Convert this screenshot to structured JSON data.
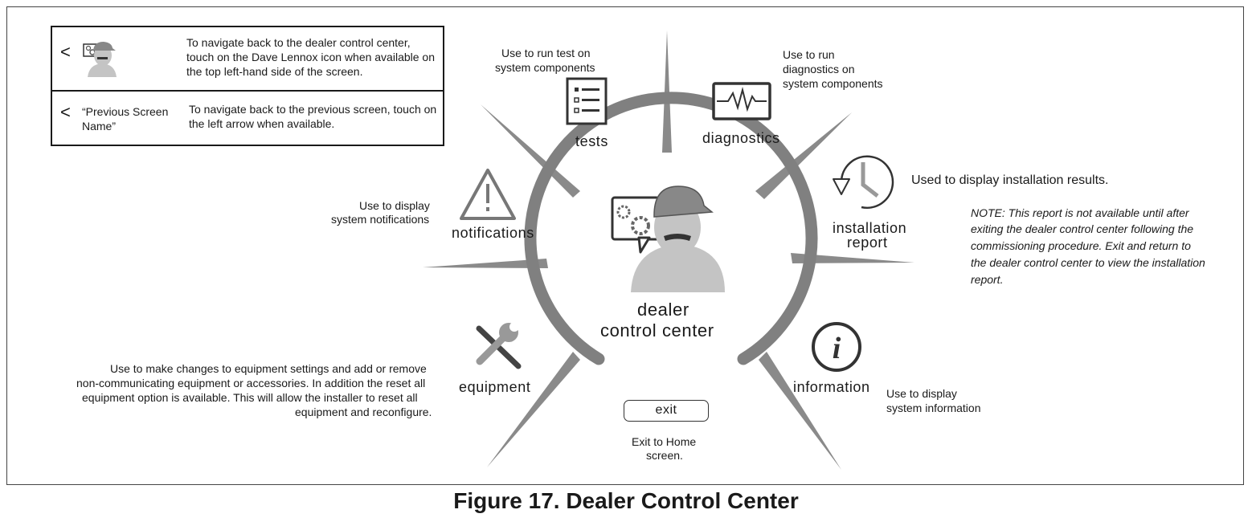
{
  "legend": {
    "row1": {
      "arrow": "<",
      "icon": "dave-lennox-icon",
      "text": "To navigate back to the dealer control center, touch on the Dave Lennox icon when available on the top left-hand side of the screen."
    },
    "row2": {
      "arrow": "<",
      "prev_line1": "“Previous Screen",
      "prev_line2": "Name”",
      "text": "To navigate back to the previous screen, touch on the left arrow when available."
    }
  },
  "center": {
    "line1": "dealer",
    "line2": "control center",
    "icon": "dave-lennox-icon"
  },
  "items": {
    "tests": {
      "label": "tests",
      "desc_line1": "Use to run test on",
      "desc_line2": "system components",
      "icon": "checklist-icon"
    },
    "diagnostics": {
      "label": "diagnostics",
      "desc_line1": "Use to run",
      "desc_line2": "diagnostics on",
      "desc_line3": "system components",
      "icon": "heartbeat-monitor-icon"
    },
    "installation_report": {
      "label_line1": "installation",
      "label_line2": "report",
      "desc": "Used to display installation results.",
      "note_line1": "NOTE: This report is not available until after",
      "note_line2": "exiting the dealer control center following the",
      "note_line3": "commissioning procedure.  Exit and return to",
      "note_line4": "the dealer control center to view the installation",
      "note_line5": "report.",
      "icon": "clock-history-icon"
    },
    "notifications": {
      "label": "notifications",
      "desc_line1": "Use to display",
      "desc_line2": "system notifications",
      "icon": "warning-triangle-icon"
    },
    "equipment": {
      "label": "equipment",
      "desc_line1": "Use to make changes to equipment settings and add or remove",
      "desc_line2": "non-communicating equipment or accessories. In addition the reset all",
      "desc_line3": "equipment option is available. This will allow the installer to reset all",
      "desc_line4": "equipment and reconfigure.",
      "icon": "wrench-screwdriver-icon"
    },
    "information": {
      "label": "information",
      "desc_line1": "Use to display",
      "desc_line2": "system information",
      "icon": "info-icon"
    },
    "exit": {
      "label": "exit",
      "desc_line1": "Exit to Home",
      "desc_line2": "screen."
    }
  },
  "caption": "Figure 17. Dealer Control Center",
  "colors": {
    "ray": "#888888",
    "arc": "#7f7f7f",
    "icon_dark": "#333333",
    "icon_light": "#c4c4c4",
    "text": "#1a1a1a"
  }
}
